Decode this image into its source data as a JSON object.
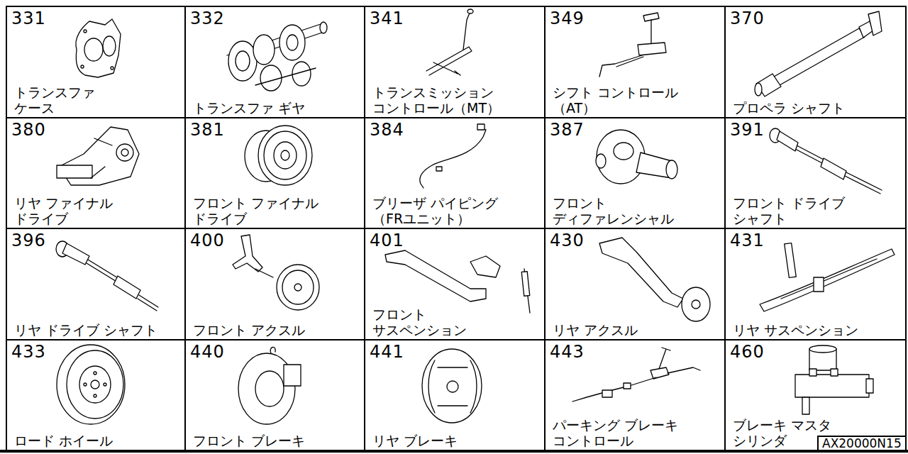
{
  "diagram": {
    "nodes": [
      {
        "text": [
          "331",
          "トランスファ ケース"
        ]
      },
      {
        "text": [
          "332",
          "トランスファ ギヤ"
        ]
      },
      {
        "text": [
          "341",
          "トランスミッション コントロール（MT）"
        ]
      },
      {
        "text": [
          "349",
          "シフト コントロール （AT）"
        ]
      },
      {
        "text": [
          "370",
          "プロペラ シャフト"
        ]
      },
      {
        "text": [
          "380",
          "リヤ ファイナル ドライブ"
        ]
      },
      {
        "text": [
          "381",
          "フロント ファイナル ドライブ"
        ]
      },
      {
        "text": [
          "384",
          "ブリーザ パイピング （FRユニット）"
        ]
      },
      {
        "text": [
          "387",
          "フロント ディファレンシャル"
        ]
      },
      {
        "text": [
          "391",
          "フロント ドライブ シャフト"
        ]
      },
      {
        "text": [
          "396",
          "リヤ ドライブ シャフト"
        ]
      },
      {
        "text": [
          "400",
          "フロント アクスル"
        ]
      },
      {
        "text": [
          "401",
          "フロント サスペンション"
        ]
      },
      {
        "text": [
          "430",
          "リヤ アクスル"
        ]
      },
      {
        "text": [
          "431",
          "リヤ サスペンション"
        ]
      },
      {
        "text": [
          "433",
          "ロード ホイール"
        ]
      },
      {
        "text": [
          "440",
          "フロント ブレーキ"
        ]
      },
      {
        "text": [
          "441",
          "リヤ ブレーキ"
        ]
      },
      {
        "text": [
          "443",
          "パーキング ブレーキ コントロール"
        ]
      },
      {
        "text": [
          "460",
          "ブレーキ マスタ シリンダ"
        ]
      },
      {
        "text": [
          "AX20000N15"
        ],
        "in": 19
      }
    ]
  }
}
